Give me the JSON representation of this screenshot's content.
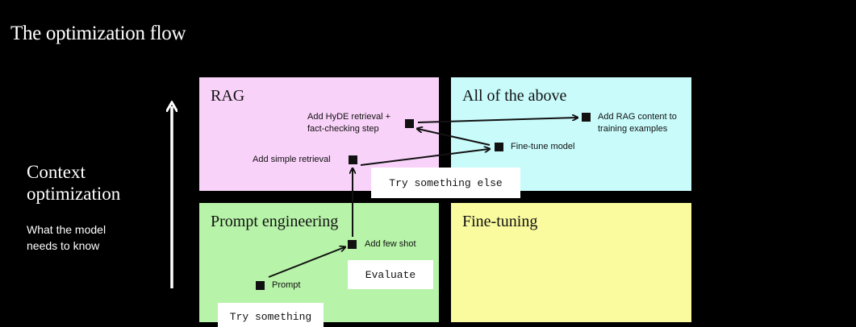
{
  "title": "The optimization flow",
  "axis": {
    "label_line1": "Context",
    "label_line2": "optimization",
    "sub_line1": "What the model",
    "sub_line2": "needs to know"
  },
  "quadrants": {
    "rag": "RAG",
    "all": "All of the above",
    "prompt": "Prompt engineering",
    "finetune": "Fine-tuning"
  },
  "steps": {
    "hyde_line1": "Add HyDE retrieval +",
    "hyde_line2": "fact-checking step",
    "simple_retrieval": "Add simple retrieval",
    "rag_content_line1": "Add RAG content to",
    "rag_content_line2": "training examples",
    "finetune_model": "Fine-tune model",
    "few_shot": "Add few shot",
    "prompt": "Prompt"
  },
  "boxes": {
    "try_else": "Try something else",
    "evaluate": "Evaluate",
    "try": "Try something"
  }
}
